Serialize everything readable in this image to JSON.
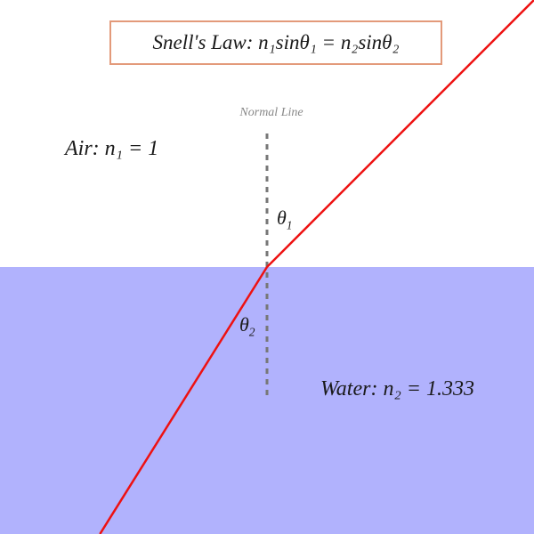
{
  "title": "Snell's Law: n₁sinθ₁ = n₂sinθ₂",
  "normal_label": "Normal Line",
  "medium1": {
    "label": "Air: n₁ = 1",
    "n": 1
  },
  "medium2": {
    "label": "Water: n₂ = 1.333",
    "n": 1.333
  },
  "angles": {
    "incident_label": "θ1",
    "refracted_label": "θ2"
  },
  "colors": {
    "water": "#b1b2fd",
    "air": "#ffffff",
    "ray": "#ee1111",
    "normal": "#777777",
    "title_border": "#e39a7a"
  }
}
